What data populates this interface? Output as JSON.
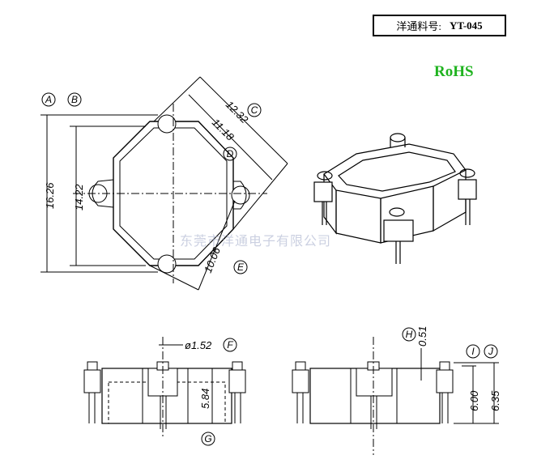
{
  "title_block": {
    "label": "洋通料号:",
    "part_number": "YT-045"
  },
  "rohs": {
    "text": "RoHS",
    "color": "#1fb31f"
  },
  "watermark": "东莞市洋通电子有限公司",
  "dimensions": {
    "d_16_26": "16.26",
    "d_14_22": "14.22",
    "d_12_32": "12.32",
    "d_11_18": "11.18",
    "d_10_06": "10.06",
    "d_1_52": "ø1.52",
    "d_5_84": "5.84",
    "d_0_51": "0.51",
    "d_6_00": "6.00",
    "d_6_35": "6.35"
  },
  "labels": {
    "A": "A",
    "B": "B",
    "C": "C",
    "D": "D",
    "E": "E",
    "F": "F",
    "G": "G",
    "H": "H",
    "I": "I",
    "J": "J"
  }
}
